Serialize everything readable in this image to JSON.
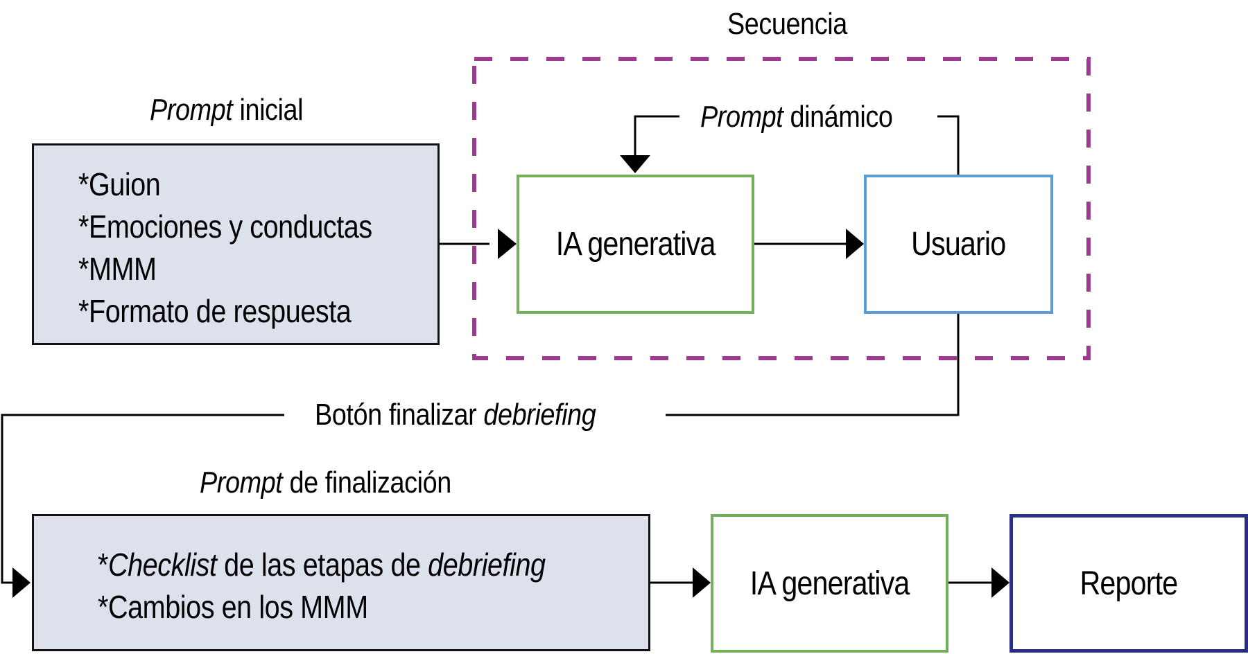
{
  "diagram": {
    "sequence_title": "Secuencia",
    "initial_prompt": {
      "title_italic": "Prompt",
      "title_rest": " inicial",
      "items": [
        "*Guion",
        "*Emociones y conductas",
        "*MMM",
        "*Formato de respuesta"
      ]
    },
    "dynamic_prompt": {
      "label_italic": "Prompt",
      "label_rest": " dinámico"
    },
    "gen_ai_1": {
      "label": "IA generativa"
    },
    "user": {
      "label": "Usuario"
    },
    "finish_button": {
      "label_rest": "Botón finalizar ",
      "label_italic": "debriefing"
    },
    "final_prompt": {
      "title_italic": "Prompt",
      "title_rest": " de finalización",
      "item1": {
        "prefix": "*",
        "italic1": "Checklist",
        "middle": " de las etapas de ",
        "italic2": "debriefing"
      },
      "item2": "*Cambios en los MMM"
    },
    "gen_ai_2": {
      "label": "IA generativa"
    },
    "report": {
      "label": "Reporte"
    },
    "colors": {
      "sequence_border": "#9b3a8f",
      "gen_ai_border": "#74b05a",
      "user_border": "#5b9bd5",
      "report_border": "#2b2f84",
      "prompt_fill": "#dde1eb"
    }
  }
}
